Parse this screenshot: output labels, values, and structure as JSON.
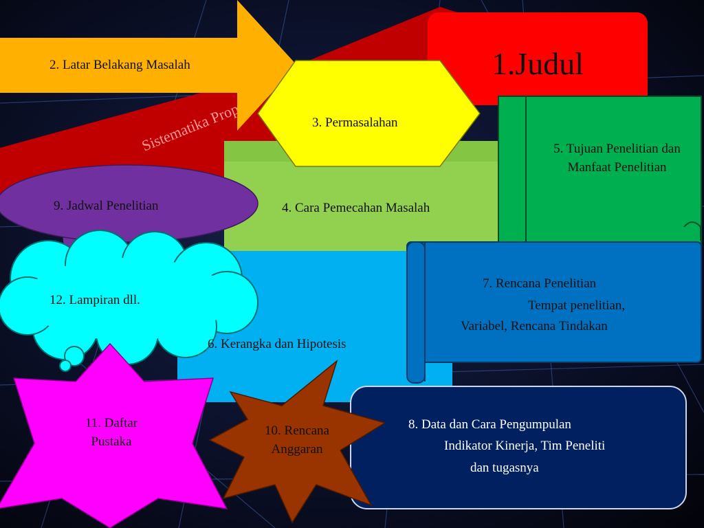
{
  "title": "Sistematika Proposal",
  "items": {
    "judul": "1.Judul",
    "latar": "2. Latar Belakang Masalah",
    "permasalahan": "3. Permasalahan",
    "cara": "4. Cara Pemecahan Masalah",
    "tujuan": "5. Tujuan Penelitian dan Manfaat Penelitian",
    "kerangka": "6. Kerangka dan Hipotesis",
    "rencana_penelitian": [
      "7. Rencana Penelitian",
      "Tempat penelitian,",
      "Variabel, Rencana Tindakan"
    ],
    "data": [
      "8. Data dan Cara Pengumpulan",
      "Indikator Kinerja, Tim Peneliti",
      "dan tugasnya"
    ],
    "jadwal": "9. Jadwal Penelitian",
    "anggaran": "10. Rencana Anggaran",
    "daftar_pustaka": "11. Daftar Pustaka",
    "lampiran": "12. Lampiran dll."
  },
  "colors": {
    "background": "#050712",
    "judul": "#ff0000",
    "latar": "#ffb000",
    "permasalahan": "#ffff00",
    "cara": "#92d050",
    "tujuan": "#00b050",
    "kerangka": "#00b0f0",
    "rencana_penelitian": "#0070c0",
    "data": "#002060",
    "jadwal": "#7030a0",
    "anggaran": "#993300",
    "daftar_pustaka": "#ff00ff",
    "lampiran": "#00ffff",
    "banner": "#c00000"
  }
}
